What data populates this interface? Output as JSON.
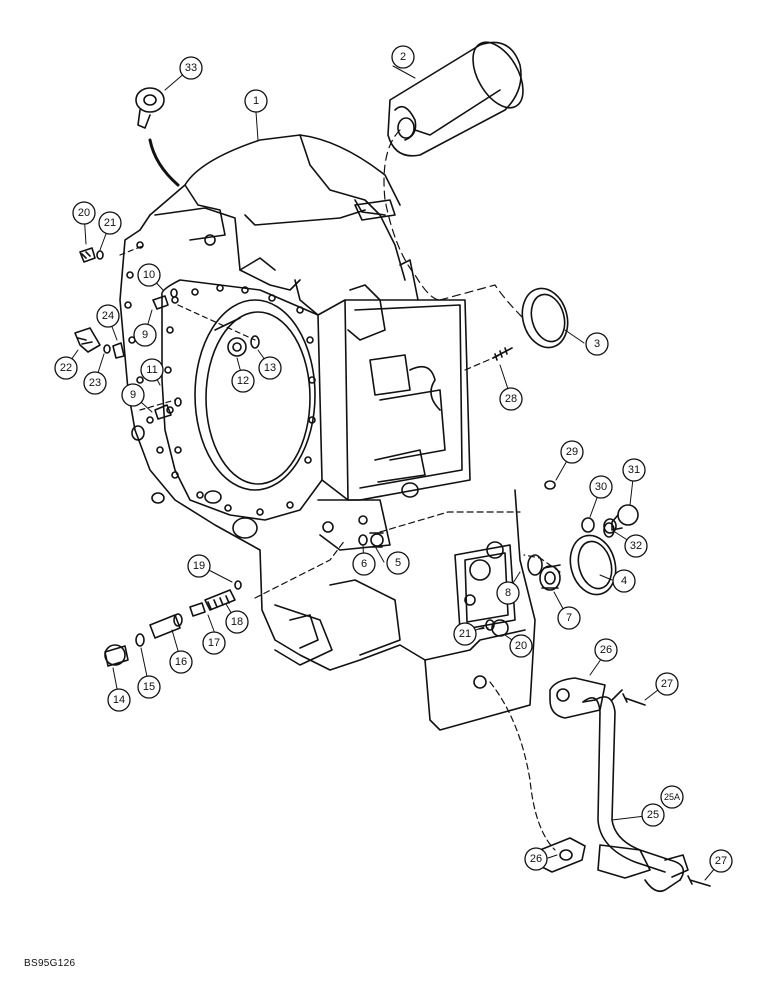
{
  "figure_code": "BS95G126",
  "callouts": [
    {
      "label": "1"
    },
    {
      "label": "2"
    },
    {
      "label": "3"
    },
    {
      "label": "4"
    },
    {
      "label": "5"
    },
    {
      "label": "6"
    },
    {
      "label": "7"
    },
    {
      "label": "8"
    },
    {
      "label": "9"
    },
    {
      "label": "9"
    },
    {
      "label": "10"
    },
    {
      "label": "11"
    },
    {
      "label": "12"
    },
    {
      "label": "13"
    },
    {
      "label": "14"
    },
    {
      "label": "15"
    },
    {
      "label": "16"
    },
    {
      "label": "17"
    },
    {
      "label": "18"
    },
    {
      "label": "19"
    },
    {
      "label": "20"
    },
    {
      "label": "20"
    },
    {
      "label": "21"
    },
    {
      "label": "21"
    },
    {
      "label": "22"
    },
    {
      "label": "23"
    },
    {
      "label": "24"
    },
    {
      "label": "25"
    },
    {
      "label": "25A"
    },
    {
      "label": "26"
    },
    {
      "label": "26"
    },
    {
      "label": "27"
    },
    {
      "label": "27"
    },
    {
      "label": "28"
    },
    {
      "label": "29"
    },
    {
      "label": "30"
    },
    {
      "label": "31"
    },
    {
      "label": "32"
    },
    {
      "label": "33"
    }
  ]
}
